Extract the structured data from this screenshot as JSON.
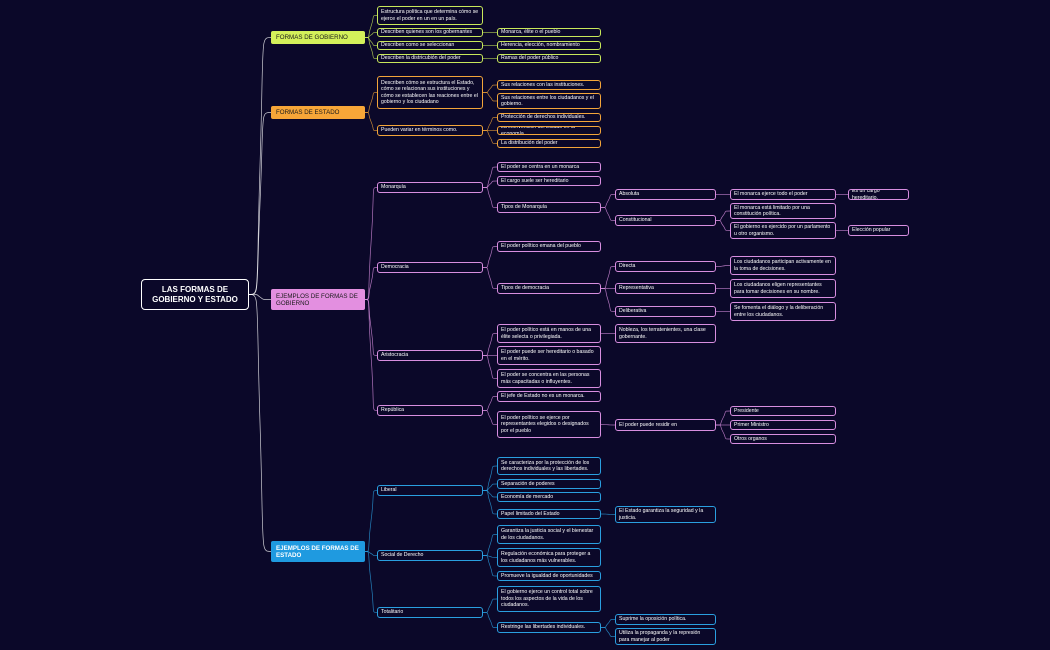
{
  "root": "LAS FORMAS DE GOBIERNO Y ESTADO",
  "colors": {
    "background": "#0b0829",
    "lime": "#d4f05a",
    "orange": "#f7a638",
    "pink": "#e38fe0",
    "blue": "#1f9ae0"
  },
  "formas_gobierno": {
    "title": "FORMAS DE GOBIERNO",
    "def": "Estructura política que determina cómo se ejerce el poder en un en un país.",
    "quienes": "Describen quienes son los gobernantes",
    "quienes_val": "Monarca, élite o el pueblo",
    "como": "Describen como se seleccionan",
    "como_val": "Herencia, elección, nombramiento",
    "dist": "Describen la districubión del poder",
    "dist_val": "Ramas del poder público"
  },
  "formas_estado": {
    "title": "FORMAS DE ESTADO",
    "def": "Describen cómo se estructura el Estado, cómo se relacionan sus instituciones y cómo se establecen las reaciones entre el gobierno y los ciudadano",
    "rel1": "Sus relaciones con las instituciones.",
    "rel2": "Sus relaciones entre los ciudadanos y el gobierno.",
    "varian": "Pueden variar en términos como.",
    "v1": "Protección de derechos individuales.",
    "v2": "La intervención del Estado en la economía.",
    "v3": "La distribución del poder"
  },
  "ejemplos_gobierno": {
    "title": "EJEMPLOS DE FORMAS DE GOBIERNO",
    "monarquia": {
      "label": "Monarquía",
      "a": "El poder se centra en un monarca",
      "b": "El cargo suele ser hereditario",
      "tipos": "Tipos de Monarquía",
      "absoluta": "Absoluta",
      "abs_desc": "El monarca ejerce todo el poder",
      "abs_val": "Es un cargo hereditario.",
      "constitucional": "Constitucional",
      "con_desc1": "El monarca está limitado por una constitución política.",
      "con_desc2": "El gobierno es ejercido por un parlamento u otro organismo.",
      "con_val": "Elección popular"
    },
    "democracia": {
      "label": "Democracia",
      "a": "El poder político emana del pueblo",
      "tipos": "Tipos de democracia",
      "directa": "Directa",
      "directa_desc": "Los ciudadanos participan activamente en la toma de decisiones.",
      "representativa": "Representativa",
      "repr_desc": "Los ciudadanos eligen representantes para tomar decisiones en su nombre.",
      "deliberativa": "Deliberativa",
      "delib_desc": "Se fomenta el diálogo y la deliberación entre los ciudadanos."
    },
    "aristocracia": {
      "label": "Aristocracia",
      "a": "El poder político está en manos de una élite selecta o privilegiada.",
      "a_sub": "Nobleza, los terratenientes, una clase gobernante.",
      "b": "El poder puede ser hereditario o basado en el mérito.",
      "c": "El poder se concentra en las personas más capacitadas o influyentes."
    },
    "republica": {
      "label": "República",
      "a": "El jefe de Estado no es un monarca.",
      "b": "El poder político se ejerce por representantes elegidos o designados por el pueblo",
      "reside": "El poder puede residir en",
      "r1": "Presidente",
      "r2": "Primer Ministro",
      "r3": "Otros organos"
    }
  },
  "ejemplos_estado": {
    "title": "EJEMPLOS DE FORMAS DE ESTADO",
    "liberal": {
      "label": "Liberal",
      "a": "Se caracteriza por la protección de los derechos individuales y las libertades.",
      "b": "Separación de poderes",
      "c": "Economía de mercado",
      "d": "Papel limitado del Estado",
      "d_sub": "El Estado garantiza la seguridad y la justicia."
    },
    "social": {
      "label": "Social de Derecho",
      "a": "Garantiza la justicia social y el bienestar de los ciudadanos.",
      "b": "Regulación económica para proteger a los ciudadanos más vulnerables.",
      "c": "Promueve la igualdad de oportunidades"
    },
    "totalitario": {
      "label": "Totalitario",
      "a": "El gobierno ejerce un control total sobre todos los aspectos de la vida de los ciudadanos.",
      "b": "Restringe  las libertades individuales.",
      "b1": "Suprime la oposición política.",
      "b2": "Utiliza la propaganda y la represión para manejar al poder"
    }
  }
}
